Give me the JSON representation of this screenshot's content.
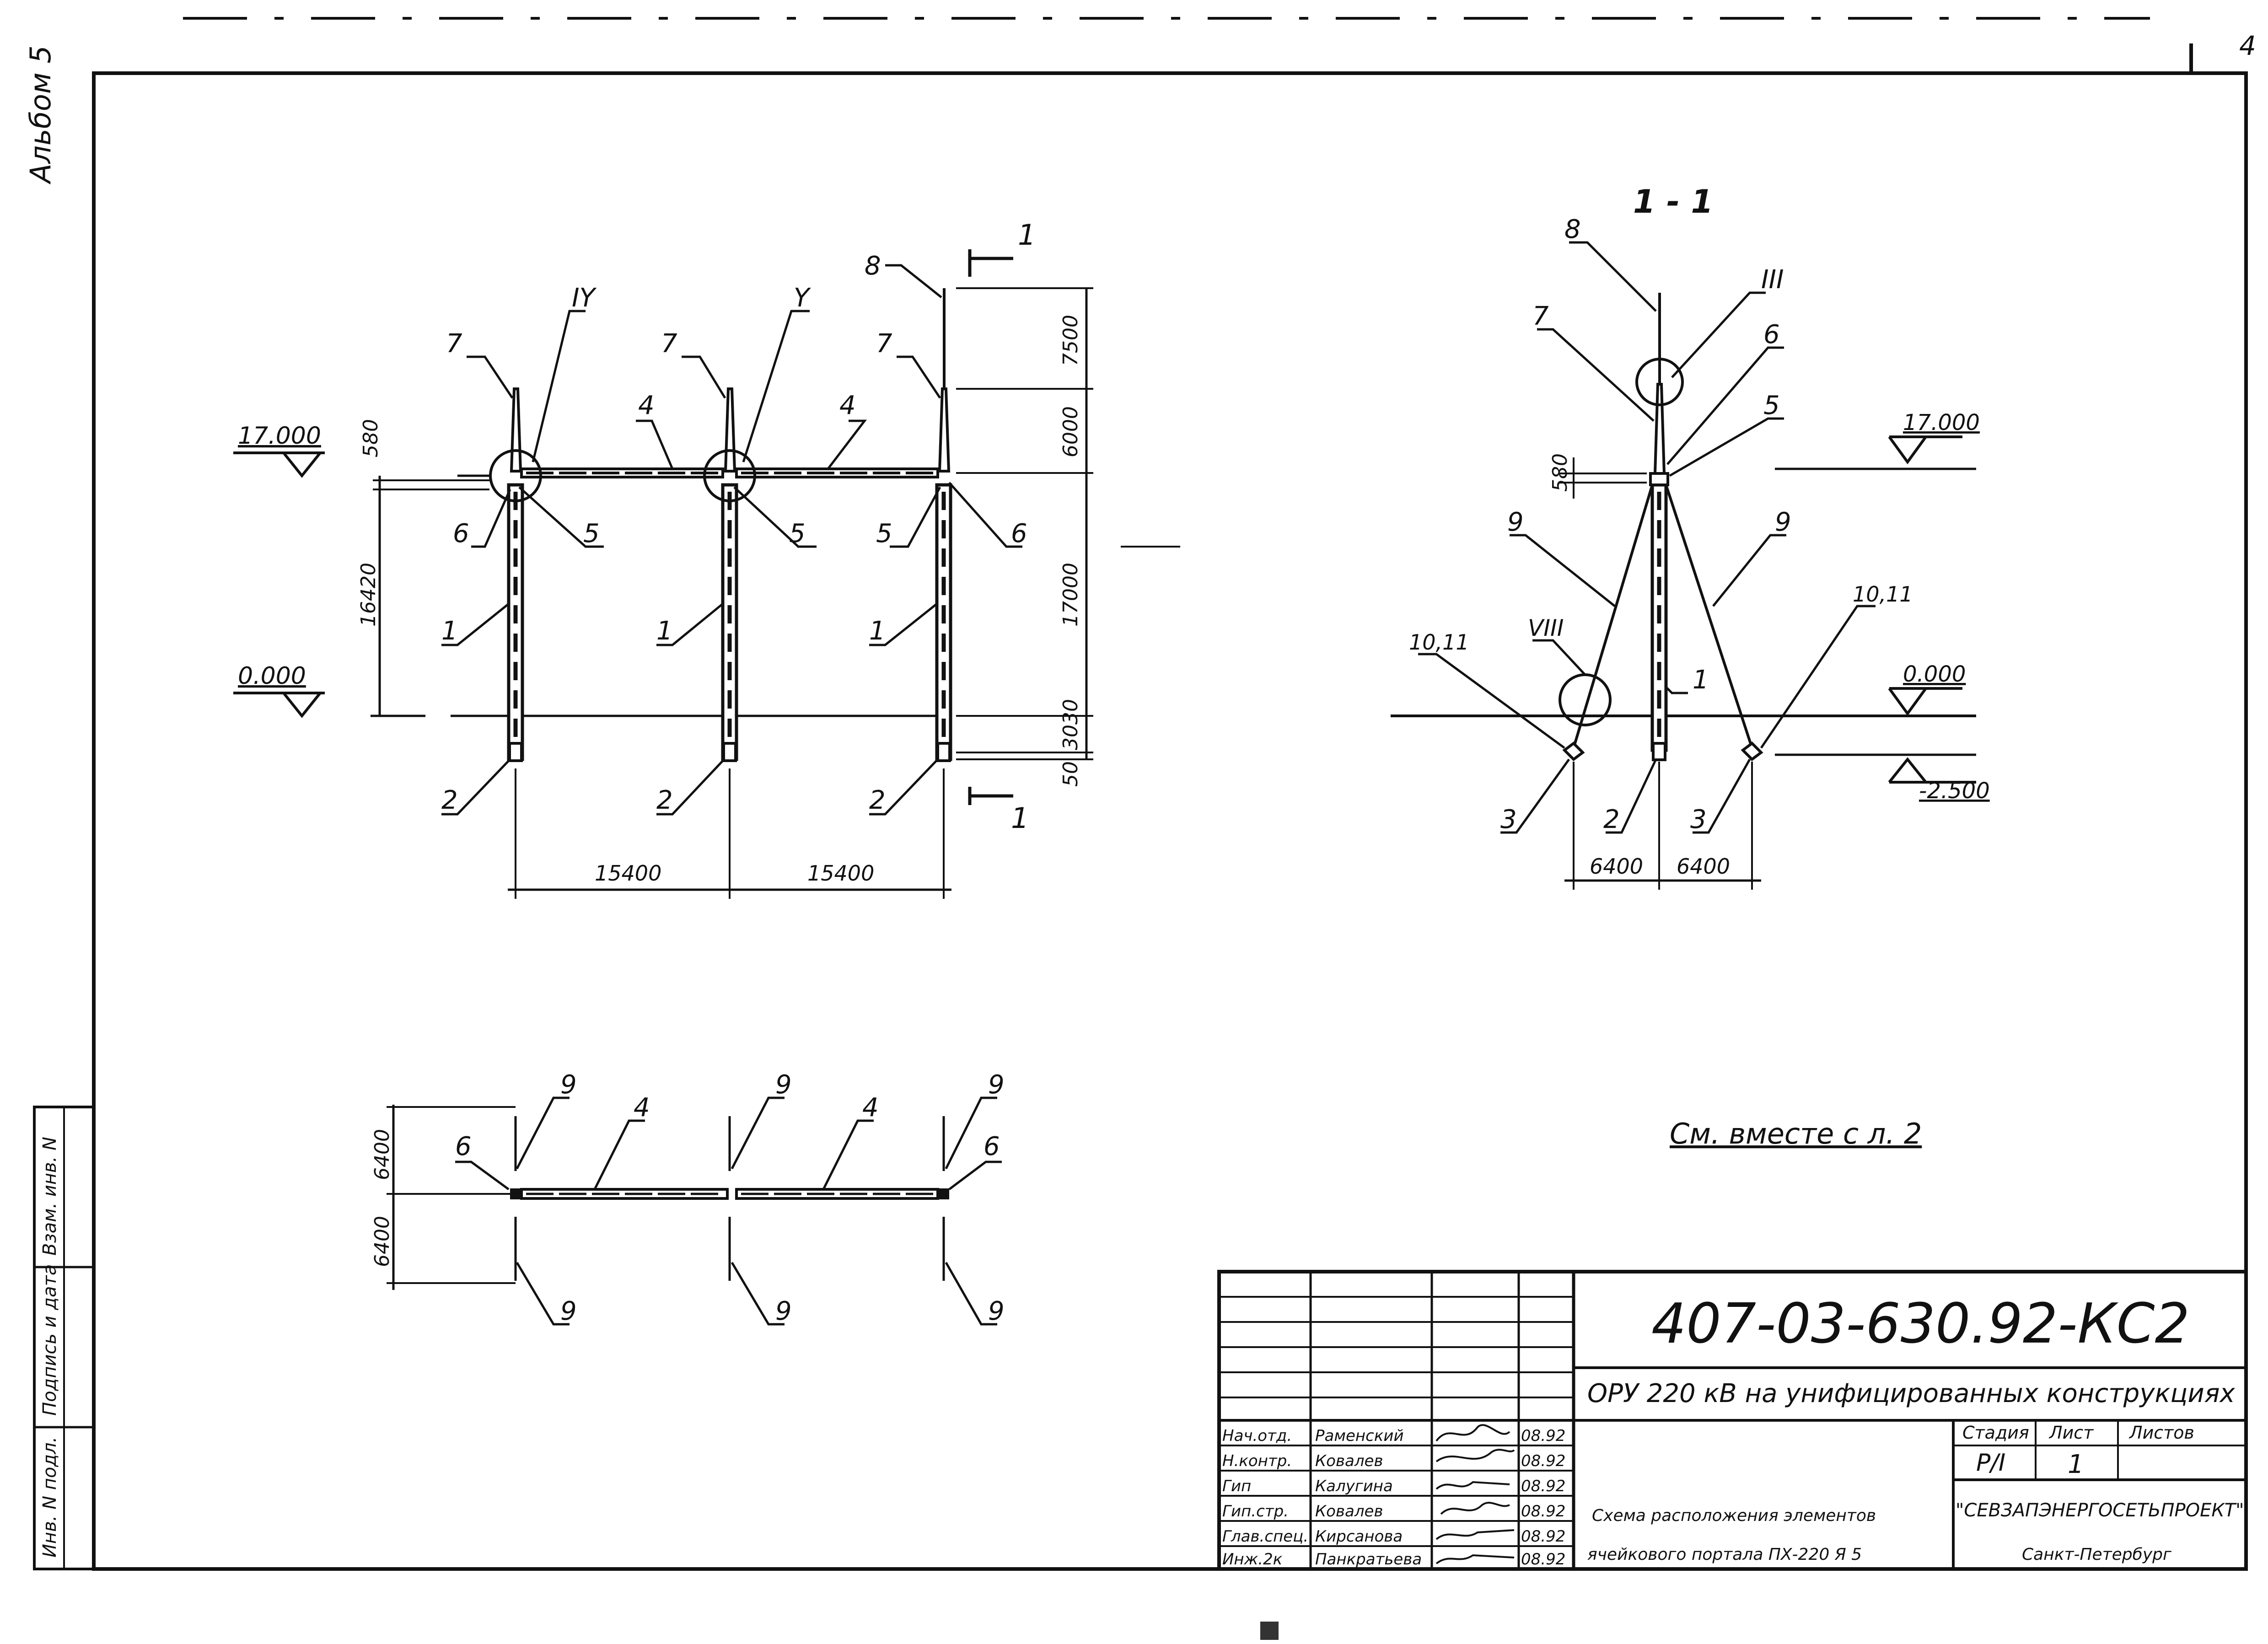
{
  "sheet": {
    "album": "Альбом 5",
    "page_number": "4",
    "see_also": "См. вместе с л. 2"
  },
  "front_view": {
    "elevation_top": "17.000",
    "elevation_zero": "0.000",
    "dims_vertical_left": [
      "580",
      "16420"
    ],
    "dims_vertical_right": [
      "7500",
      "6000",
      "17000",
      "3030",
      "50"
    ],
    "dims_horizontal": [
      "15400",
      "15400"
    ],
    "node_labels": [
      "IY",
      "Y"
    ],
    "section_mark": "1",
    "callouts": {
      "c1": "1",
      "c2": "2",
      "c4": "4",
      "c5": "5",
      "c6": "6",
      "c7": "7",
      "c8": "8"
    }
  },
  "section_view": {
    "title": "1 - 1",
    "elevation_top": "17.000",
    "elevation_zero": "0.000",
    "elevation_bottom": "-2.500",
    "dim_580": "580",
    "dims_horizontal": [
      "6400",
      "6400"
    ],
    "node_labels": [
      "III",
      "VIII"
    ],
    "callouts": {
      "c1": "1",
      "c2": "2",
      "c3": "3",
      "c5": "5",
      "c6": "6",
      "c7": "7",
      "c8": "8",
      "c9": "9",
      "c1011": "10,11"
    }
  },
  "plan_view": {
    "dims_vertical": [
      "6400",
      "6400"
    ],
    "callouts": {
      "c4": "4",
      "c6": "6",
      "c9": "9"
    }
  },
  "left_stamp": [
    "Взам. инв. N",
    "Подпись и дата",
    "Инв. N подл."
  ],
  "title_block": {
    "code": "407-03-630.92-КС2",
    "project": "ОРУ 220 кВ на унифицированных конструкциях",
    "staff": [
      {
        "role": "Нач.отд.",
        "name": "Раменский",
        "date": "08.92"
      },
      {
        "role": "Н.контр.",
        "name": "Ковалев",
        "date": "08.92"
      },
      {
        "role": "Гип",
        "name": "Калугина",
        "date": "08.92"
      },
      {
        "role": "Гип.стр.",
        "name": "Ковалев",
        "date": "08.92"
      },
      {
        "role": "Глав.спец.",
        "name": "Кирсанова",
        "date": "08.92"
      },
      {
        "role": "Инж.2к",
        "name": "Панкратьева",
        "date": "08.92"
      }
    ],
    "stage_header": "Стадия",
    "sheet_header": "Лист",
    "sheets_header": "Листов",
    "stage": "Р/I",
    "sheet": "1",
    "description": [
      "Схема расположения элементов",
      "ячейкового портала ПХ-220 Я 5"
    ],
    "organization": "\"СЕВЗАПЭНЕРГОСЕТЬПРОЕКТ\"",
    "city": "Санкт-Петербург"
  }
}
